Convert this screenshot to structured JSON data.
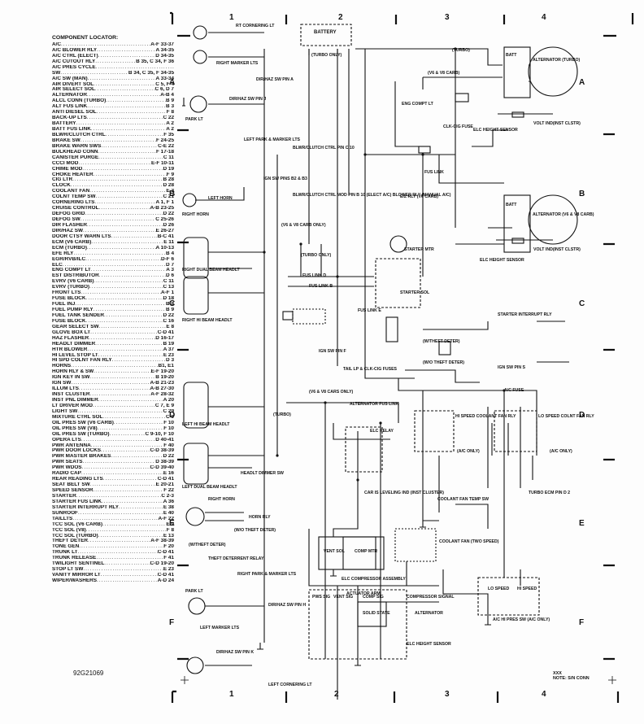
{
  "locator": {
    "title": "COMPONENT LOCATOR:",
    "entries": [
      {
        "name": "A/C",
        "loc": "A-F 33-37"
      },
      {
        "name": "A/C BLOWER RLY",
        "loc": "A 34-35"
      },
      {
        "name": "A/C CTRL (ELECT)",
        "loc": "D 34-35"
      },
      {
        "name": "A/C CUTOUT RLY",
        "loc": "B 35, C 34, F 36"
      },
      {
        "name": "A/C PRES CYCLE",
        "loc": ""
      },
      {
        "name": "SW",
        "loc": "B 34, C 35, F 34-35"
      },
      {
        "name": "A/C SW (MAN)",
        "loc": "A 33-34"
      },
      {
        "name": "AIR DIVERT SOL",
        "loc": "C 5, F 4"
      },
      {
        "name": "AIR SELECT SOL",
        "loc": "C 6, D 7"
      },
      {
        "name": "ALTERNATOR",
        "loc": "A-B 4"
      },
      {
        "name": "ALCL CONN (TURBO)",
        "loc": "B 9"
      },
      {
        "name": "ALT FUS LINK",
        "loc": "B 3"
      },
      {
        "name": "ANTI DIESEL SOL",
        "loc": "F 8"
      },
      {
        "name": "BACK-UP LTS",
        "loc": "C 22"
      },
      {
        "name": "BATTERY",
        "loc": "A 2"
      },
      {
        "name": "BATT FUS LINK",
        "loc": "A 2"
      },
      {
        "name": "BLWR/CLUTCH CTRL",
        "loc": "F 35"
      },
      {
        "name": "BRAKE SW",
        "loc": "F 24-25"
      },
      {
        "name": "BRAKE WARN SWS",
        "loc": "C-E 22"
      },
      {
        "name": "BULKHEAD CONN",
        "loc": "F 17-18"
      },
      {
        "name": "CANISTER PURGE",
        "loc": "C 11"
      },
      {
        "name": "CCCI MOD",
        "loc": "E-F 10-11"
      },
      {
        "name": "CHIME MOD",
        "loc": "D 19"
      },
      {
        "name": "CHOKE HEATER",
        "loc": "F 9"
      },
      {
        "name": "CIG LTR",
        "loc": "B 28"
      },
      {
        "name": "CLOCK",
        "loc": "D 28"
      },
      {
        "name": "COOLANT FAN",
        "loc": "E 3"
      },
      {
        "name": "COLNT TEMP SW",
        "loc": "C 21"
      },
      {
        "name": "CORNERING LTS",
        "loc": "A 1, F 1"
      },
      {
        "name": "CRUISE CONTROL",
        "loc": "A-B 23-25"
      },
      {
        "name": "DEFOG GRID",
        "loc": "D 22"
      },
      {
        "name": "DEFOG SW",
        "loc": "C 25-26"
      },
      {
        "name": "DIR FLASHER",
        "loc": "D 26"
      },
      {
        "name": "DIR/HAZ SW",
        "loc": "E 26-27"
      },
      {
        "name": "DOOR CTSY WARN LTS",
        "loc": "B-C 41"
      },
      {
        "name": "ECM (V6 CARB)",
        "loc": "E 11"
      },
      {
        "name": "ECM (TURBO)",
        "loc": "A 10-13"
      },
      {
        "name": "EFE RLY",
        "loc": "B 4"
      },
      {
        "name": "EGR/RVB/ILC",
        "loc": "D-F 6"
      },
      {
        "name": "ELC",
        "loc": "D 7"
      },
      {
        "name": "ENG COMPT LT",
        "loc": "A 3"
      },
      {
        "name": "EST DISTRIBUTOR",
        "loc": "D 6"
      },
      {
        "name": "EVRV (V6 CARB)",
        "loc": "C 11"
      },
      {
        "name": "EVRV (TURBO)",
        "loc": "C 13"
      },
      {
        "name": "FRONT LTS",
        "loc": "A-F 1"
      },
      {
        "name": "FUSE BLOCK",
        "loc": "D 18"
      },
      {
        "name": "FUEL INJ",
        "loc": "B 8"
      },
      {
        "name": "FUEL PUMP RLY",
        "loc": "B 9"
      },
      {
        "name": "FUEL TANK SENDER",
        "loc": "D 22"
      },
      {
        "name": "FUSE BLOCK",
        "loc": "C 16"
      },
      {
        "name": "GEAR SELECT SW",
        "loc": "E 8"
      },
      {
        "name": "GLOVE BOX LT",
        "loc": "C-D 41"
      },
      {
        "name": "HAZ FLASHER",
        "loc": "D 16-17"
      },
      {
        "name": "HEADLT DIMMER",
        "loc": "B 19"
      },
      {
        "name": "HTR BLOWER",
        "loc": "A 37"
      },
      {
        "name": "HI LEVEL STOP LT",
        "loc": "E 23"
      },
      {
        "name": "HI SPD COLNT FAN RLY",
        "loc": "D 3"
      },
      {
        "name": "HORNS",
        "loc": "B1, E1"
      },
      {
        "name": "HORN RLY & SW",
        "loc": "E-F 19-20"
      },
      {
        "name": "IGN KEY IN SW",
        "loc": "B 19-20"
      },
      {
        "name": "IGN SW",
        "loc": "A-B 21-23"
      },
      {
        "name": "ILLUM LTS",
        "loc": "A-B 27-30"
      },
      {
        "name": "INST CLUSTER",
        "loc": "A-F 28-32"
      },
      {
        "name": "INST PNL DIMMER",
        "loc": "A 20"
      },
      {
        "name": "LT DRIVER MOD",
        "loc": "C 7, E 9"
      },
      {
        "name": "LIGHT SW",
        "loc": "C 29"
      },
      {
        "name": "MIXTURE CTRL SOL",
        "loc": "C 9"
      },
      {
        "name": "OIL PRES SW (V6 CARB)",
        "loc": "F 10"
      },
      {
        "name": "OIL PRES SW (V8)",
        "loc": "F 10"
      },
      {
        "name": "OIL PRES SW (TURBO)",
        "loc": "C 9-10, F 10"
      },
      {
        "name": "OPERA LTS",
        "loc": "D 40-41"
      },
      {
        "name": "PWR ANTENNA",
        "loc": "F 40"
      },
      {
        "name": "PWR DOOR LOCKS",
        "loc": "C-D 38-39"
      },
      {
        "name": "PWR MASTER BRAKES",
        "loc": "D 22"
      },
      {
        "name": "PWR SEATS",
        "loc": "D 38-39"
      },
      {
        "name": "PWR WDOS",
        "loc": "C-D 39-40"
      },
      {
        "name": "RADIO CAP",
        "loc": "E 16"
      },
      {
        "name": "REAR READING LTS",
        "loc": "C-D 41"
      },
      {
        "name": "SEAT BELT SW",
        "loc": "E 20-21"
      },
      {
        "name": "SPEED SENSOR",
        "loc": "F 22"
      },
      {
        "name": "STARTER",
        "loc": "C 2-3"
      },
      {
        "name": "STARTER FUS LINK",
        "loc": "A 36"
      },
      {
        "name": "STARTER INTERRUPT RLY",
        "loc": "E 38"
      },
      {
        "name": "SUNROOF",
        "loc": "E 40"
      },
      {
        "name": "TAILLTS",
        "loc": "A-F 22"
      },
      {
        "name": "TCC SOL (V6 CARB)",
        "loc": "E 9"
      },
      {
        "name": "TCC SOL (V8)",
        "loc": "F 8"
      },
      {
        "name": "TCC SOL (TURBO)",
        "loc": "E 13"
      },
      {
        "name": "THEFT DETER",
        "loc": "A-F 38-39"
      },
      {
        "name": "TONE GEN",
        "loc": "F 20"
      },
      {
        "name": "TRUNK LT",
        "loc": "C-D 41"
      },
      {
        "name": "TRUNK RELEASE",
        "loc": "F 41"
      },
      {
        "name": "TWILIGHT SENTINEL",
        "loc": "C-D 19-20"
      },
      {
        "name": "STOP LT SW",
        "loc": "E 23"
      },
      {
        "name": "VANITY MIRROR LT",
        "loc": "C-D 41"
      },
      {
        "name": "WIPER/WASHERS",
        "loc": "A-D 24"
      }
    ]
  },
  "grid": {
    "columns": [
      "1",
      "2",
      "3",
      "4"
    ],
    "rows": [
      "A",
      "B",
      "C",
      "D",
      "E",
      "F"
    ]
  },
  "labels": {
    "rt_cornering_lt": "RT CORNERING LT",
    "battery": "BATTERY",
    "turbo": "(TURBO)",
    "turbo_only": "(TURBO ONLY)",
    "v6_v8_carb": "(V6 & V8 CARB)",
    "alt_turbo": "ALTERNATOR (TURBO)",
    "alt_v6": "ALTERNATOR (V6 & V8 CARB)",
    "batt": "BATT",
    "volt_turbo": "VOLT IND(INST CLSTR)",
    "volt_v6": "VOLT IND(INST CLSTR)",
    "elc_sensor": "ELC HEIGHT SENSOR",
    "right_marker": "RIGHT MARKER LTS",
    "park_lt": "PARK LT",
    "dir_haz_j": "DIR/HAZ SW PIN J",
    "dir_haz_a": "DIR/HAZ SW PIN A",
    "left_park": "LEFT PARK & MARKER LTS",
    "blwr_pin_c": "BLWR/CLUTCH CTRL PIN C 10",
    "eng_compt": "ENG COMPT LT",
    "clk_cig": "CLK-CIG FUSE",
    "fus_link": "FUS LINK",
    "fus_link_b": "FUS LINK B",
    "fus_link_d": "FUS LINK D",
    "fus_link_e": "FUS LINK E",
    "ign_sw_b": "IGN SW PINS B2 & B3",
    "blwr_mod": "BLWR/CLUTCH CTRL MOD PIN B 10 (ELECT A/C) BLOWER RLY (MANUAL A/C)",
    "v6_v8_only": "(V6 & V8 CARB ONLY)",
    "turbo_only_2": "(TURBO ONLY)",
    "starter_mtr": "STARTER MTR",
    "starter_sol": "STARTER SOL",
    "ez_rly": "E/Z RLY (V6 CARB)",
    "dk_grn_horn": "LEFT HORN",
    "right_horn": "RIGHT HORN",
    "right_dual": "RIGHT DUAL BEAM HEADLT",
    "right_hi": "RIGHT HI BEAM HEADLT",
    "left_hi": "LEFT HI BEAM HEADLT",
    "left_dual": "LEFT DUAL BEAM HEADLT",
    "headlt_dimmer": "HEADLT DIMMER SW",
    "right_horn_2": "RIGHT HORN",
    "horn_rly": "HORN RLY",
    "wo_theft": "(W/O THEFT DETER)",
    "w_theft": "(W/THEFT DETER)",
    "theft_relay": "THEFT DETERRENT RELAY",
    "ign_sw_f": "IGN SW PIN F",
    "tail_lp": "TAIL LP & CLK-CIG FUSES",
    "alt_fus_link": "ALTERNATOR FUS LINK",
    "turbo_ecm_small": "(TURBO)",
    "v6_v8_cars_only": "(V6 & V8 CARS ONLY)",
    "elc_relay": "ELC RELAY",
    "car_leveling": "CAR IS LEVELING IND (INST CLUSTER)",
    "vent_sol": "VENT SOL",
    "comp_mtr": "COMP MTR",
    "elc_assembly": "ELC COMPRESSOR ASSEMBLY",
    "actuator_arm": "ACTUATOR ARM",
    "compressor_signal": "COMPRESSOR SIGNAL",
    "alternator_e": "ALTERNATOR",
    "solid_state": "SOLID STATE",
    "elc_height": "ELC HEIGHT SENSOR",
    "starter_interrupt": "STARTER INTERRUPT RLY",
    "w_theft_deter": "(W/THEFT DETER)",
    "wo_theft_deter": "(W/O THEFT DETER)",
    "ign_sw_pin_s": "IGN SW PIN S",
    "ac_fuse": "A/C FUSE",
    "hi_speed": "HI SPEED COOLANT FAN RLY",
    "lo_speed": "LO SPEED COLNT FAN RLY",
    "ac_only_1": "(A/C ONLY)",
    "ac_only_2": "(A/C ONLY)",
    "turbo_ecm": "TURBO ECM PIN D 2",
    "coolant_temp": "COOLANT FAN TEMP SW",
    "coolant_fan": "COOLANT FAN (TWO SPEED)",
    "lo_sp": "LO SPEED",
    "hi_sp": "HI SPEED",
    "ac_hi_pres": "A/C HI PRES SW (A/C ONLY)",
    "park_lt_2": "PARK LT",
    "right_park": "RIGHT PARK & MARKER LTS",
    "dir_haz_h": "DIR/HAZ SW PIN H",
    "left_marker": "LEFT MARKER LTS",
    "left_corner": "LEFT CORNERING LT",
    "dir_haz_pin_k": "DIR/HAZ SW PIN K",
    "pws": "PWS SIG",
    "vent_sig": "VENT SIG",
    "comp_sig": "COMP SIG",
    "note": "NOTE: S/N CONN",
    "xxx": "XXX",
    "diagram_code": "92G21069"
  }
}
